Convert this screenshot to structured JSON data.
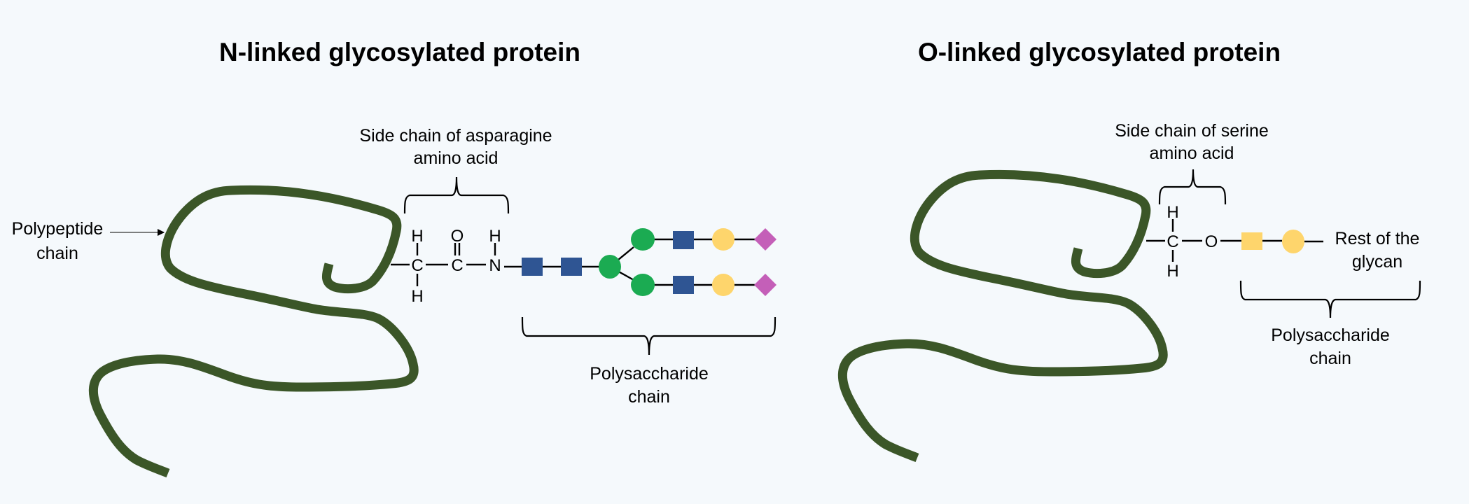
{
  "colors": {
    "background": "#f5f9fc",
    "protein": "#3b5628",
    "glcnac_square": "#2f5593",
    "mannose_circle": "#1bab52",
    "galactose_circle": "#fed56c",
    "galnac_square": "#fed56c",
    "sialic_acid_diamond": "#c45fb8",
    "arrow": "#555555",
    "text": "#000000"
  },
  "n_linked": {
    "title": "N-linked glycosylated protein",
    "polypeptide_label": [
      "Polypeptide",
      "chain"
    ],
    "side_chain_label": [
      "Side chain of asparagine",
      "amino acid"
    ],
    "polysaccharide_label": [
      "Polysaccharide",
      "chain"
    ],
    "atoms": {
      "c1": "C",
      "c1_top": "H",
      "c1_bottom": "H",
      "c2": "C",
      "c2_top": "O",
      "n": "N",
      "n_top": "H"
    },
    "glycan": {
      "trunk": [
        "square-blue",
        "square-blue",
        "circle-green"
      ],
      "branches": [
        [
          "circle-green",
          "square-blue",
          "circle-yellow",
          "diamond-purple"
        ],
        [
          "circle-green",
          "square-blue",
          "circle-yellow",
          "diamond-purple"
        ]
      ]
    }
  },
  "o_linked": {
    "title": "O-linked glycosylated protein",
    "side_chain_label": [
      "Side chain of serine",
      "amino acid"
    ],
    "polysaccharide_label": [
      "Polysaccharide",
      "chain"
    ],
    "rest_label": [
      "Rest of the",
      "glycan"
    ],
    "atoms": {
      "c": "C",
      "c_top": "H",
      "c_bottom": "H",
      "o": "O"
    },
    "glycan": [
      "square-yellow",
      "circle-yellow"
    ]
  }
}
